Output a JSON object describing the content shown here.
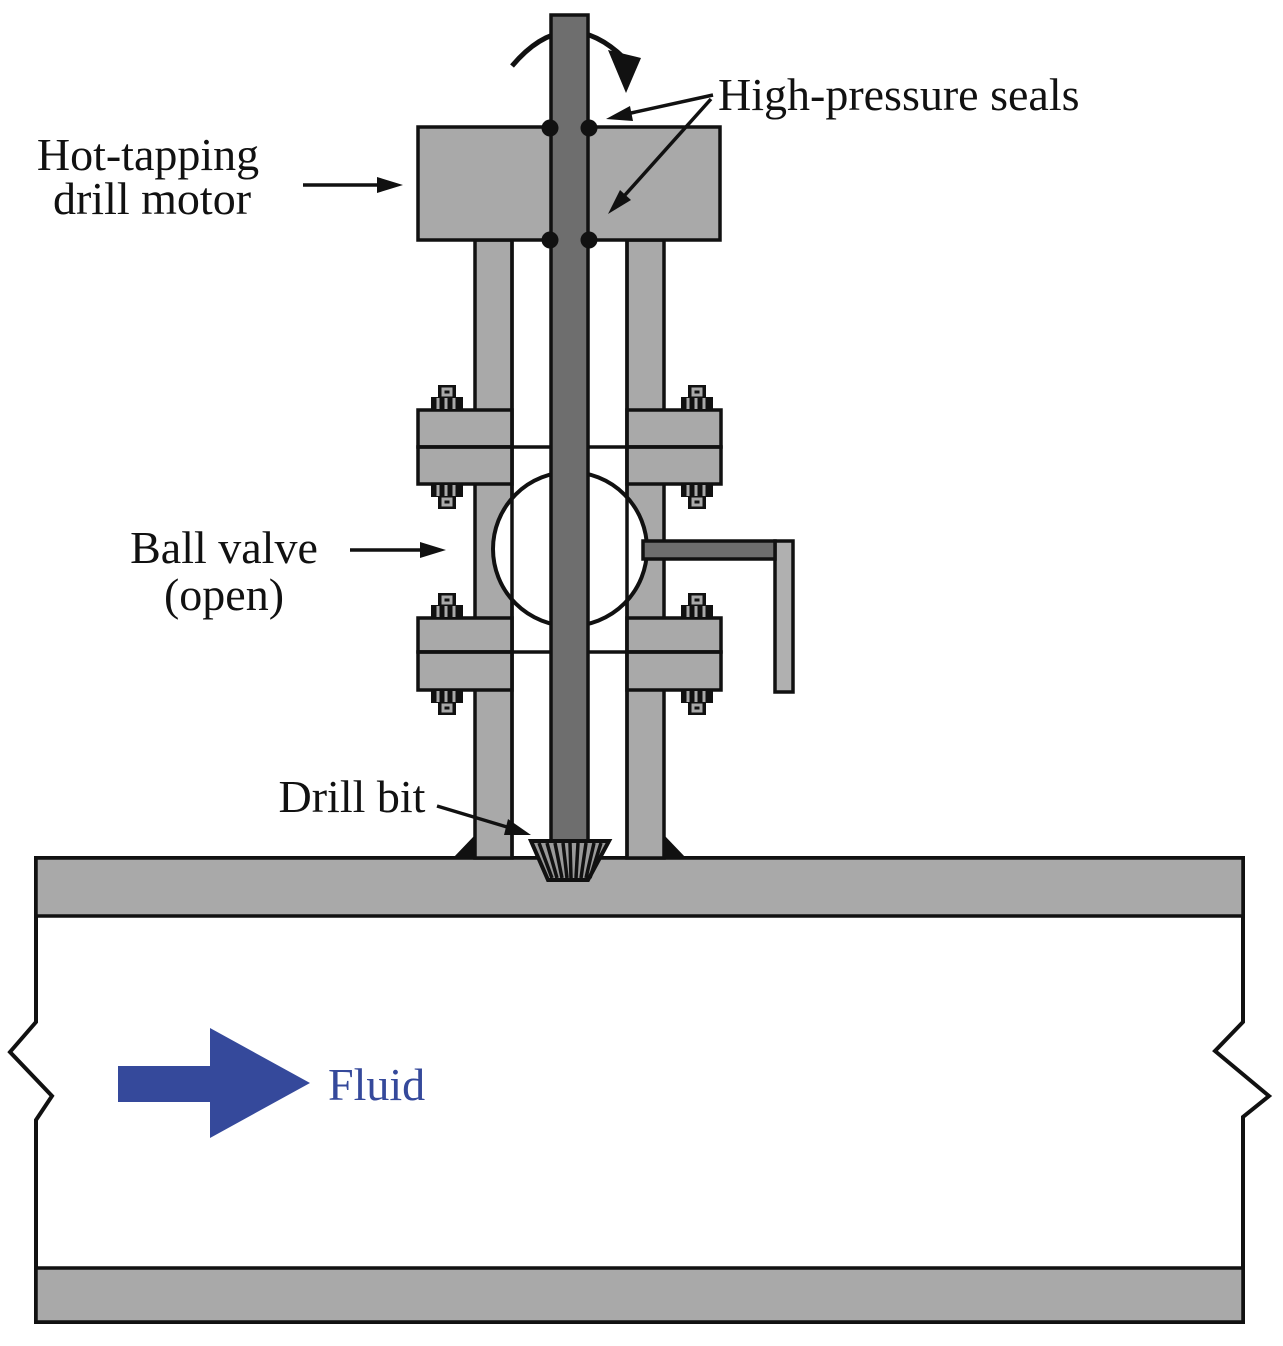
{
  "title": "Hot-tapping drill rig cross-section diagram",
  "labels": {
    "motor_line1": "Hot-tapping",
    "motor_line2": "drill motor",
    "seals": "High-pressure seals",
    "valve_line1": "Ball valve",
    "valve_line2": "(open)",
    "bit": "Drill bit",
    "fluid": "Fluid"
  },
  "colors": {
    "background": "#ffffff",
    "body_gray": "#a9a9a9",
    "shaft_gray": "#6e6e6e",
    "grip_gray": "#b0b0b0",
    "bit_gray": "#9a9a9a",
    "outline": "#111111",
    "fluid_blue": "#35499b"
  }
}
